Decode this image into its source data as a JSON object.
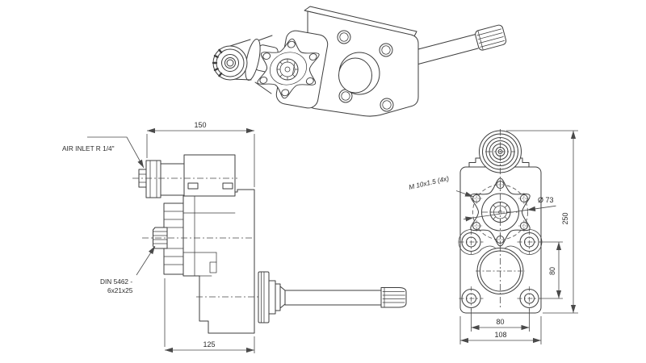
{
  "meta": {
    "background_color": "#ffffff",
    "line_color": "#3d3d3d",
    "dimension_color": "#4a4a4a",
    "text_color": "#2b2b2b"
  },
  "side_view": {
    "air_inlet_label": "AIR INLET R 1/4\"",
    "din_label_line1": "DIN 5462 -",
    "din_label_line2": "6x21x25",
    "dim_top": "150",
    "dim_bottom": "125"
  },
  "front_view": {
    "thread_label": "M 10x1.5 (4x)",
    "bolt_circle_label": "Ø 73",
    "dim_height": "250",
    "dim_vertical_spacing": "80",
    "dim_horizontal_spacing": "80",
    "dim_width": "108"
  }
}
